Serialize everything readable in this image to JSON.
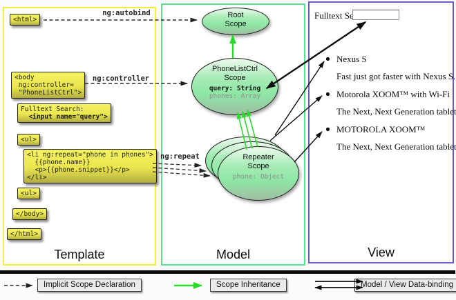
{
  "columns": {
    "template_label": "Template",
    "model_label": "Model",
    "view_label": "View"
  },
  "arrow_labels": {
    "autobind": "ng:autobind",
    "controller": "ng:controller",
    "repeat": "ng:repeat"
  },
  "template_code": {
    "html_open": "<html>",
    "body_open": [
      "<body",
      " ng:controller=",
      " \"PhoneListCtrl\">"
    ],
    "fulltext": [
      "Fulltext Search:",
      "  <input name=\"query\">"
    ],
    "ul_open": "<ul>",
    "li_repeat": [
      "<li ng:repeat=\"phone in phones\">",
      "  {{phone.name}}",
      "  <p>{{phone.snippet}}</p>",
      "</li>"
    ],
    "ul_close": "<ul>",
    "body_close": "</body>",
    "html_close": "</html>"
  },
  "scopes": {
    "root": {
      "line1": "Root",
      "line2": "Scope"
    },
    "phonelist": {
      "line1": "PhoneListCtrl",
      "line2": "Scope",
      "prop1": "query: String",
      "prop2": "phones: Array"
    },
    "repeater": {
      "line1": "Repeater",
      "line2": "Scope",
      "prop1": "phone: Object"
    }
  },
  "view": {
    "search_label": "Fulltext Search:",
    "search_value": "",
    "items": [
      {
        "title": "Nexus S",
        "desc": "Fast just got faster with Nexus S."
      },
      {
        "title": "Motorola XOOM™ with Wi-Fi",
        "desc": "The Next, Next Generation tablet."
      },
      {
        "title": "MOTOROLA XOOM™",
        "desc": "The Next, Next Generation tablet."
      }
    ]
  },
  "legend": {
    "implicit": "Implicit Scope Declaration",
    "inheritance": "Scope Inheritance",
    "binding": "Model / View Data-binding"
  },
  "colors": {
    "template_border": "#f2ee3a",
    "model_border": "#57e391",
    "view_border": "#6a5ace",
    "code_box_top": "#f6f363",
    "code_box_bottom": "#b3ae40",
    "scope_green": "#8ee7a5",
    "inheritance_arrow": "#2bdb2b",
    "arrow_black": "#0c0c0c"
  }
}
